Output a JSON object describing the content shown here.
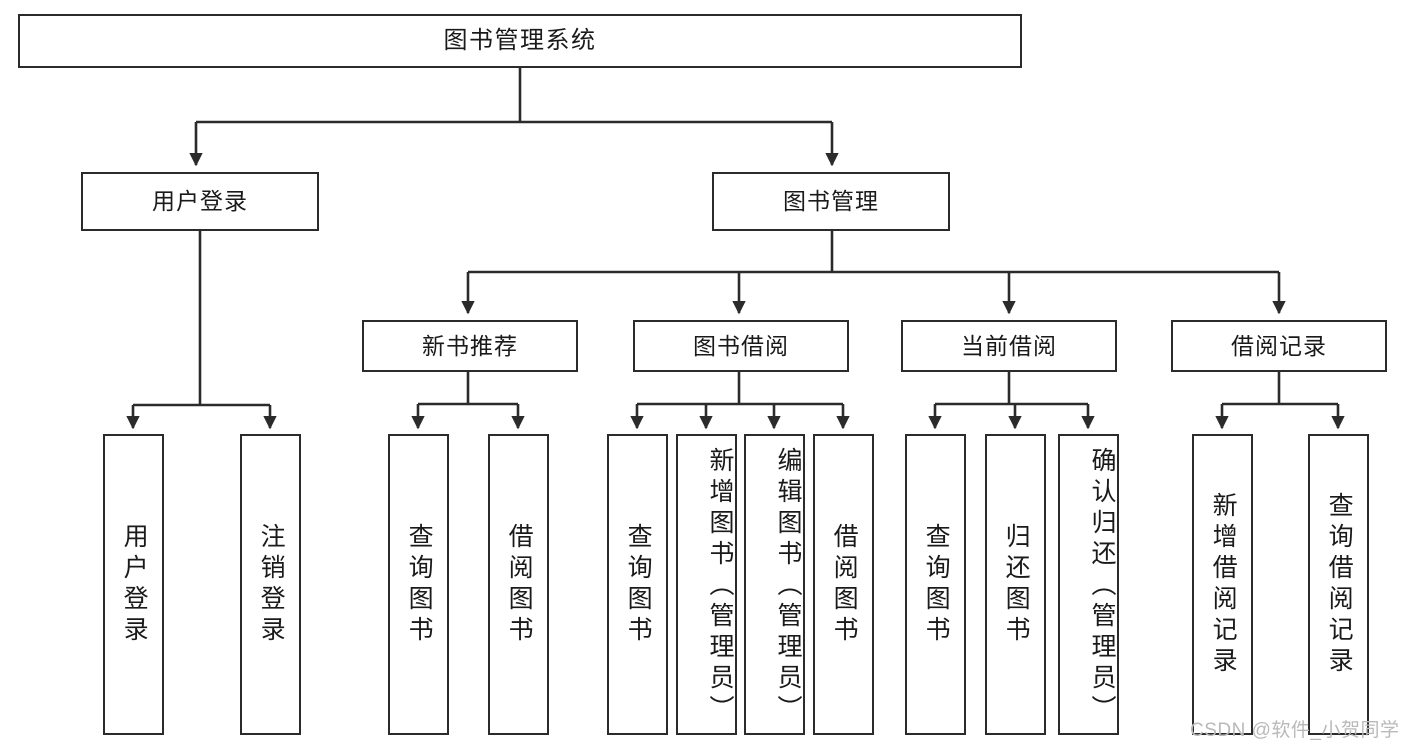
{
  "diagram": {
    "title": "图书管理系统",
    "type": "tree-hierarchy-chart",
    "watermark": "CSDN @软件_小贺同学",
    "colors": {
      "box_border": "#2b2b2b",
      "box_fill": "#ffffff",
      "connector": "#2b2b2b",
      "text": "#1a1a1a",
      "watermark": "#b9b9b9",
      "background": "#ffffff"
    },
    "nodes": {
      "root": {
        "label": "图书管理系统"
      },
      "level2": [
        {
          "id": "user-login",
          "label": "用户登录"
        },
        {
          "id": "book-manage",
          "label": "图书管理"
        }
      ],
      "level3": [
        {
          "id": "new-book-recommend",
          "label": "新书推荐"
        },
        {
          "id": "book-borrow",
          "label": "图书借阅"
        },
        {
          "id": "current-borrow",
          "label": "当前借阅"
        },
        {
          "id": "borrow-record",
          "label": "借阅记录"
        }
      ],
      "leaves": {
        "user-login": [
          {
            "id": "leaf-user-login",
            "label": "用户登录"
          },
          {
            "id": "leaf-user-logout",
            "label": "注销登录"
          }
        ],
        "new-book-recommend": [
          {
            "id": "leaf-query-book-1",
            "label": "查询图书"
          },
          {
            "id": "leaf-borrow-book-1",
            "label": "借阅图书"
          }
        ],
        "book-borrow": [
          {
            "id": "leaf-query-book-2",
            "label": "查询图书"
          },
          {
            "id": "leaf-add-book",
            "label": "新增图书（管理员）"
          },
          {
            "id": "leaf-edit-book",
            "label": "编辑图书（管理员）"
          },
          {
            "id": "leaf-borrow-book-2",
            "label": "借阅图书"
          }
        ],
        "current-borrow": [
          {
            "id": "leaf-query-book-3",
            "label": "查询图书"
          },
          {
            "id": "leaf-return-book",
            "label": "归还图书"
          },
          {
            "id": "leaf-confirm-return",
            "label": "确认归还（管理员）"
          }
        ],
        "borrow-record": [
          {
            "id": "leaf-add-record",
            "label": "新增借阅记录"
          },
          {
            "id": "leaf-query-record",
            "label": "查询借阅记录"
          }
        ]
      }
    }
  }
}
